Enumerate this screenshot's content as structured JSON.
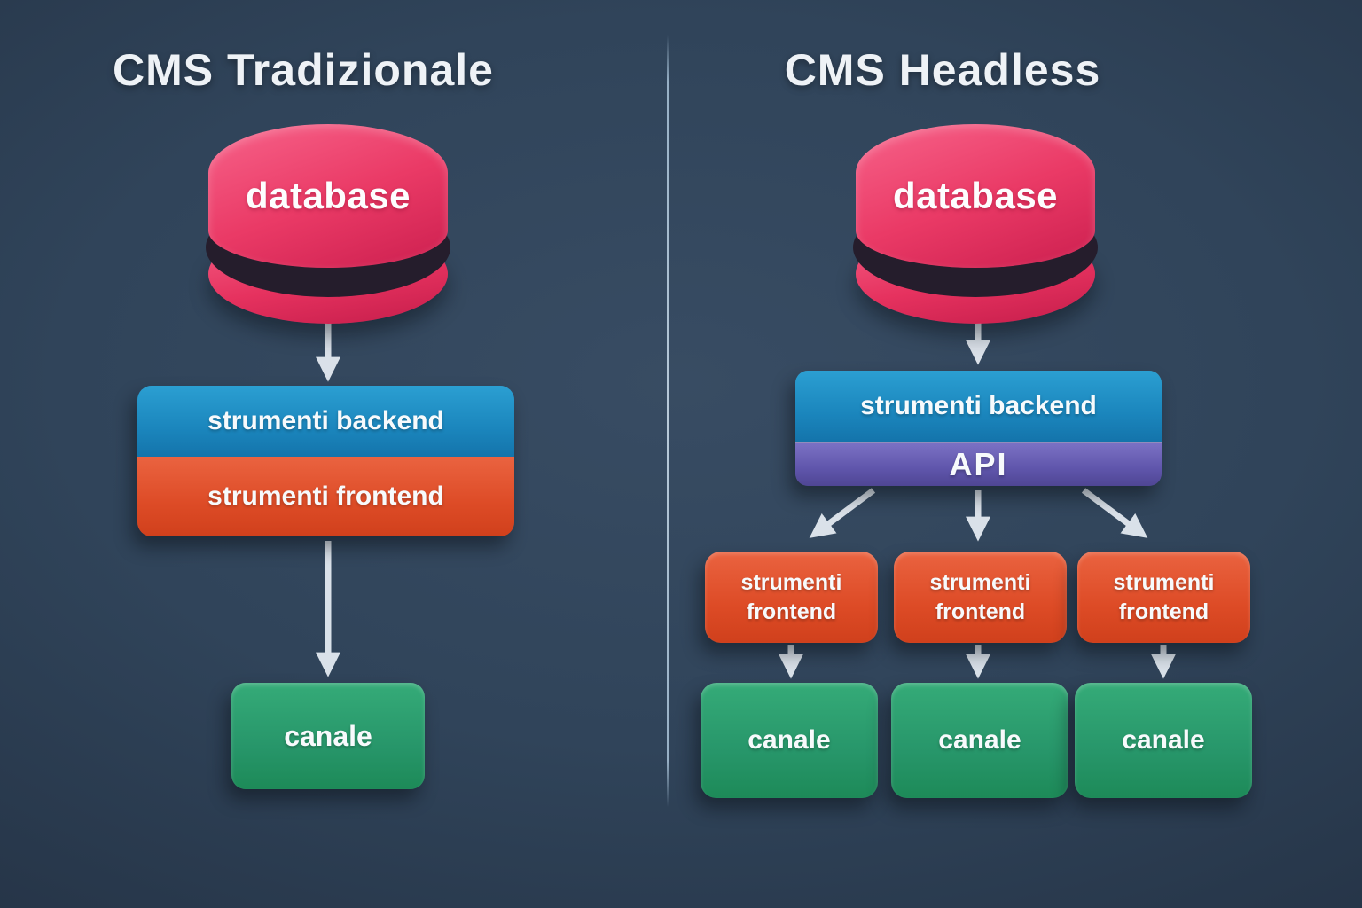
{
  "colors": {
    "background_center": "#384c63",
    "background_edge": "#141e2a",
    "database_pink": "#e6325f",
    "backend_blue": "#1b86bd",
    "frontend_orange": "#dd4b26",
    "api_purple": "#5f55ab",
    "channel_green": "#27966a",
    "arrow": "#e3eaf1",
    "divider": "#a9c3d8",
    "title_text": "#eef2f6"
  },
  "left_panel": {
    "title": "CMS Tradizionale",
    "database_label": "database",
    "backend_label": "strumenti backend",
    "frontend_label": "strumenti frontend",
    "channel_label": "canale"
  },
  "right_panel": {
    "title": "CMS Headless",
    "database_label": "database",
    "backend_label": "strumenti backend",
    "api_label": "API",
    "frontend_labels": [
      "strumenti frontend",
      "strumenti frontend",
      "strumenti frontend"
    ],
    "channel_labels": [
      "canale",
      "canale",
      "canale"
    ]
  }
}
